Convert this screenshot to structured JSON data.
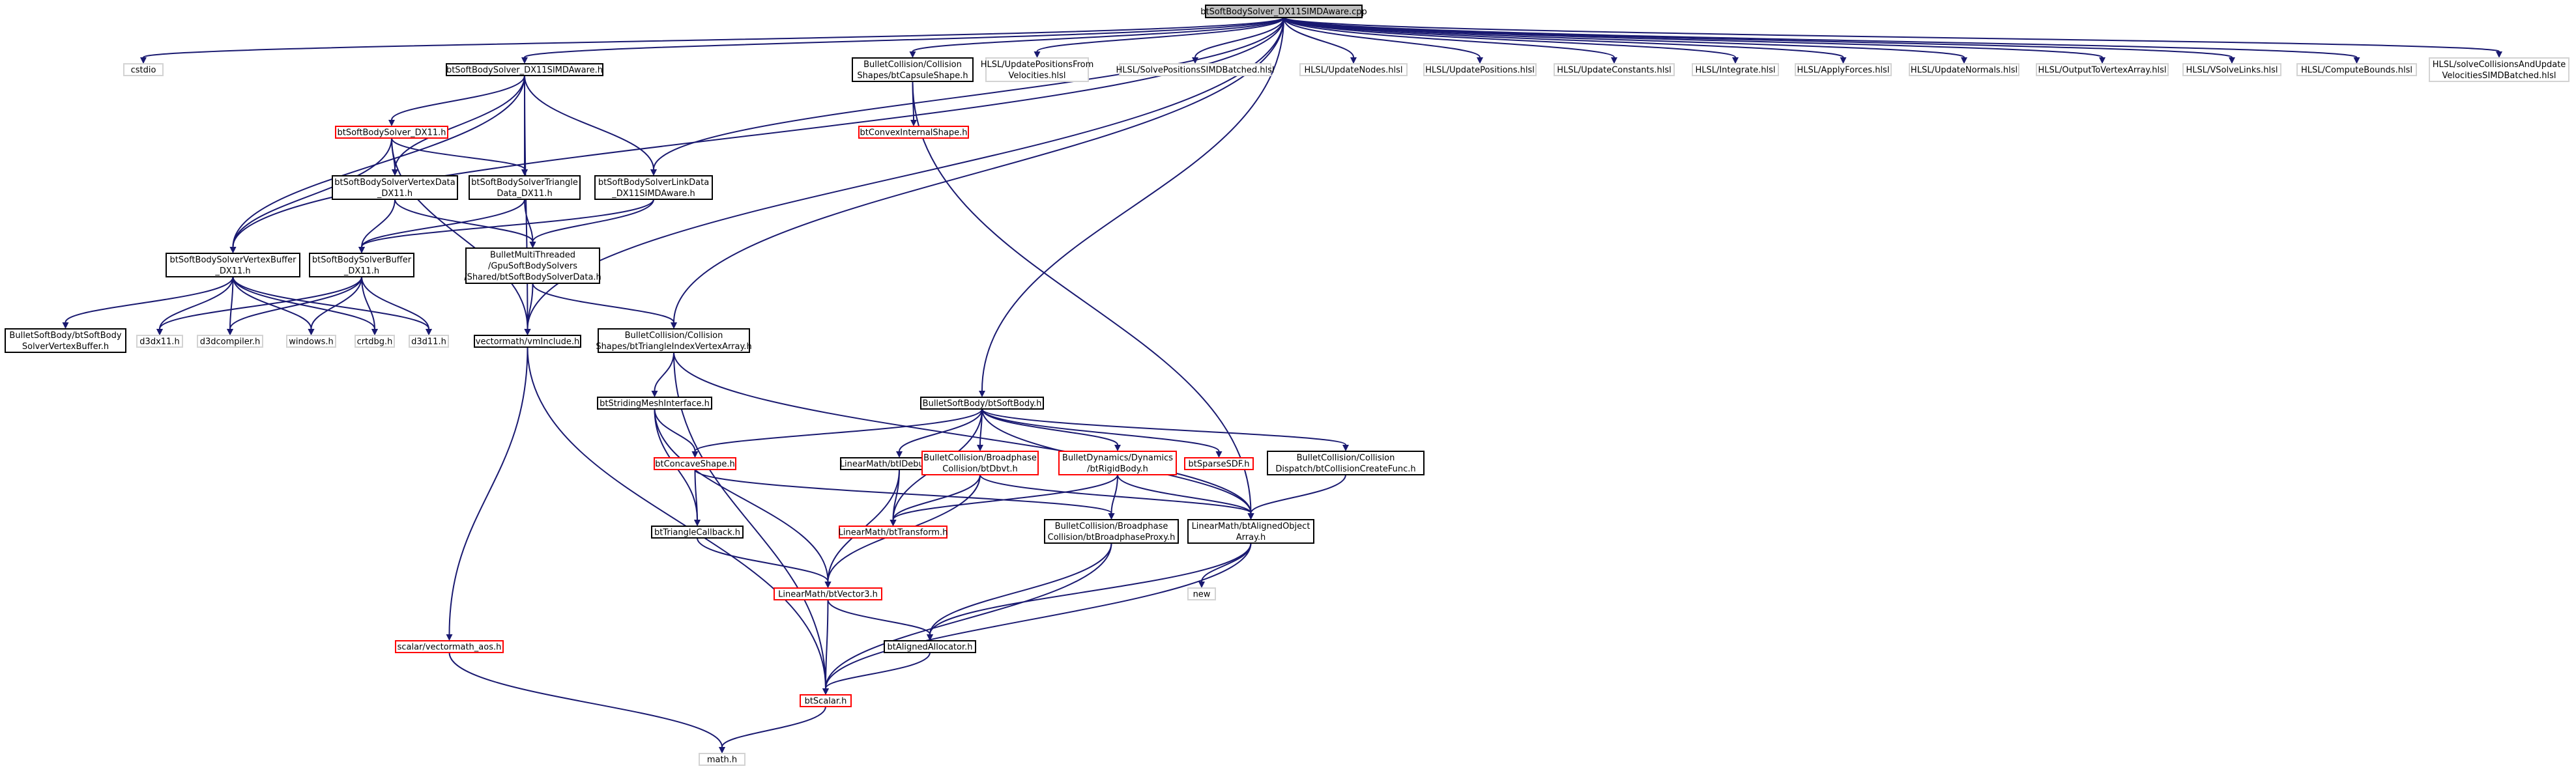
{
  "diagram": {
    "nodes": [
      {
        "id": "root",
        "lines": [
          "btSoftBodySolver_DX11SIMDAware.cpp"
        ],
        "style": "root"
      },
      {
        "id": "cstdio",
        "lines": [
          "cstdio"
        ],
        "style": "plain"
      },
      {
        "id": "aware_h",
        "lines": [
          "btSoftBodySolver_DX11SIMDAware.h"
        ],
        "style": "normal"
      },
      {
        "id": "capsule",
        "lines": [
          "BulletCollision/Collision",
          "Shapes/btCapsuleShape.h"
        ],
        "style": "normal"
      },
      {
        "id": "h_upv",
        "lines": [
          "HLSL/UpdatePositionsFrom",
          "Velocities.hlsl"
        ],
        "style": "plain"
      },
      {
        "id": "h_sps",
        "lines": [
          "HLSL/SolvePositionsSIMDBatched.hlsl"
        ],
        "style": "plain"
      },
      {
        "id": "h_un",
        "lines": [
          "HLSL/UpdateNodes.hlsl"
        ],
        "style": "plain"
      },
      {
        "id": "h_up",
        "lines": [
          "HLSL/UpdatePositions.hlsl"
        ],
        "style": "plain"
      },
      {
        "id": "h_uc",
        "lines": [
          "HLSL/UpdateConstants.hlsl"
        ],
        "style": "plain"
      },
      {
        "id": "h_int",
        "lines": [
          "HLSL/Integrate.hlsl"
        ],
        "style": "plain"
      },
      {
        "id": "h_af",
        "lines": [
          "HLSL/ApplyForces.hlsl"
        ],
        "style": "plain"
      },
      {
        "id": "h_unr",
        "lines": [
          "HLSL/UpdateNormals.hlsl"
        ],
        "style": "plain"
      },
      {
        "id": "h_otv",
        "lines": [
          "HLSL/OutputToVertexArray.hlsl"
        ],
        "style": "plain"
      },
      {
        "id": "h_vsl",
        "lines": [
          "HLSL/VSolveLinks.hlsl"
        ],
        "style": "plain"
      },
      {
        "id": "h_cb",
        "lines": [
          "HLSL/ComputeBounds.hlsl"
        ],
        "style": "plain"
      },
      {
        "id": "h_sc",
        "lines": [
          "HLSL/solveCollisionsAndUpdate",
          "VelocitiesSIMDBatched.hlsl"
        ],
        "style": "plain"
      },
      {
        "id": "convex",
        "lines": [
          "btConvexInternalShape.h"
        ],
        "style": "red"
      },
      {
        "id": "dx11h",
        "lines": [
          "btSoftBodySolver_DX11.h"
        ],
        "style": "red"
      },
      {
        "id": "vdata",
        "lines": [
          "btSoftBodySolverVertexData",
          "_DX11.h"
        ],
        "style": "normal"
      },
      {
        "id": "tdata",
        "lines": [
          "btSoftBodySolverTriangle",
          "Data_DX11.h"
        ],
        "style": "normal"
      },
      {
        "id": "ldata",
        "lines": [
          "btSoftBodySolverLinkData",
          "_DX11SIMDAware.h"
        ],
        "style": "normal"
      },
      {
        "id": "vbuf",
        "lines": [
          "btSoftBodySolverVertexBuffer",
          "_DX11.h"
        ],
        "style": "normal"
      },
      {
        "id": "sbuf",
        "lines": [
          "btSoftBodySolverBuffer",
          "_DX11.h"
        ],
        "style": "normal"
      },
      {
        "id": "gpu",
        "lines": [
          "BulletMultiThreaded",
          "/GpuSoftBodySolvers",
          "/Shared/btSoftBodySolverData.h"
        ],
        "style": "normal"
      },
      {
        "id": "bsvb",
        "lines": [
          "BulletSoftBody/btSoftBody",
          "SolverVertexBuffer.h"
        ],
        "style": "normal"
      },
      {
        "id": "d3dx11",
        "lines": [
          "d3dx11.h"
        ],
        "style": "plain"
      },
      {
        "id": "d3dcomp",
        "lines": [
          "d3dcompiler.h"
        ],
        "style": "plain"
      },
      {
        "id": "windows",
        "lines": [
          "windows.h"
        ],
        "style": "plain"
      },
      {
        "id": "crtdbg",
        "lines": [
          "crtdbg.h"
        ],
        "style": "plain"
      },
      {
        "id": "d3d11",
        "lines": [
          "d3d11.h"
        ],
        "style": "plain"
      },
      {
        "id": "vmath",
        "lines": [
          "vectormath/vmInclude.h"
        ],
        "style": "normal"
      },
      {
        "id": "tiva",
        "lines": [
          "BulletCollision/Collision",
          "Shapes/btTriangleIndexVertexArray.h"
        ],
        "style": "normal"
      },
      {
        "id": "softbody",
        "lines": [
          "BulletSoftBody/btSoftBody.h"
        ],
        "style": "normal"
      },
      {
        "id": "smi",
        "lines": [
          "btStridingMeshInterface.h"
        ],
        "style": "normal"
      },
      {
        "id": "concave",
        "lines": [
          "btConcaveShape.h"
        ],
        "style": "red"
      },
      {
        "id": "debugdraw",
        "lines": [
          "LinearMath/btIDebugDraw.h"
        ],
        "style": "normal"
      },
      {
        "id": "dbvt",
        "lines": [
          "BulletCollision/Broadphase",
          "Collision/btDbvt.h"
        ],
        "style": "red"
      },
      {
        "id": "rigid",
        "lines": [
          "BulletDynamics/Dynamics",
          "/btRigidBody.h"
        ],
        "style": "red"
      },
      {
        "id": "sdf",
        "lines": [
          "btSparseSDF.h"
        ],
        "style": "red"
      },
      {
        "id": "ccf",
        "lines": [
          "BulletCollision/Collision",
          "Dispatch/btCollisionCreateFunc.h"
        ],
        "style": "normal"
      },
      {
        "id": "tricb",
        "lines": [
          "btTriangleCallback.h"
        ],
        "style": "normal"
      },
      {
        "id": "transform",
        "lines": [
          "LinearMath/btTransform.h"
        ],
        "style": "red"
      },
      {
        "id": "bproxy",
        "lines": [
          "BulletCollision/Broadphase",
          "Collision/btBroadphaseProxy.h"
        ],
        "style": "normal"
      },
      {
        "id": "aoa",
        "lines": [
          "LinearMath/btAlignedObject",
          "Array.h"
        ],
        "style": "normal"
      },
      {
        "id": "new",
        "lines": [
          "new"
        ],
        "style": "plain"
      },
      {
        "id": "vector3",
        "lines": [
          "LinearMath/btVector3.h"
        ],
        "style": "red"
      },
      {
        "id": "aalloc",
        "lines": [
          "btAlignedAllocator.h"
        ],
        "style": "normal"
      },
      {
        "id": "vaos",
        "lines": [
          "scalar/vectormath_aos.h"
        ],
        "style": "red"
      },
      {
        "id": "scalar",
        "lines": [
          "btScalar.h"
        ],
        "style": "red"
      },
      {
        "id": "math",
        "lines": [
          "math.h"
        ],
        "style": "plain"
      }
    ],
    "edges": [
      [
        "root",
        "cstdio"
      ],
      [
        "root",
        "aware_h"
      ],
      [
        "root",
        "capsule"
      ],
      [
        "root",
        "h_upv"
      ],
      [
        "root",
        "h_sps"
      ],
      [
        "root",
        "h_un"
      ],
      [
        "root",
        "h_up"
      ],
      [
        "root",
        "h_uc"
      ],
      [
        "root",
        "h_int"
      ],
      [
        "root",
        "h_af"
      ],
      [
        "root",
        "h_unr"
      ],
      [
        "root",
        "h_otv"
      ],
      [
        "root",
        "h_vsl"
      ],
      [
        "root",
        "h_cb"
      ],
      [
        "root",
        "h_sc"
      ],
      [
        "root",
        "vbuf"
      ],
      [
        "root",
        "ldata"
      ],
      [
        "root",
        "vmath"
      ],
      [
        "root",
        "tiva"
      ],
      [
        "root",
        "softbody"
      ],
      [
        "aware_h",
        "dx11h"
      ],
      [
        "aware_h",
        "vbuf"
      ],
      [
        "aware_h",
        "vdata"
      ],
      [
        "aware_h",
        "tdata"
      ],
      [
        "aware_h",
        "ldata"
      ],
      [
        "aware_h",
        "vmath"
      ],
      [
        "capsule",
        "convex"
      ],
      [
        "capsule",
        "aoa"
      ],
      [
        "dx11h",
        "vbuf"
      ],
      [
        "dx11h",
        "vdata"
      ],
      [
        "dx11h",
        "tdata"
      ],
      [
        "dx11h",
        "vmath"
      ],
      [
        "vdata",
        "gpu"
      ],
      [
        "vdata",
        "sbuf"
      ],
      [
        "tdata",
        "gpu"
      ],
      [
        "tdata",
        "sbuf"
      ],
      [
        "ldata",
        "gpu"
      ],
      [
        "ldata",
        "sbuf"
      ],
      [
        "vbuf",
        "bsvb"
      ],
      [
        "vbuf",
        "d3dx11"
      ],
      [
        "vbuf",
        "d3dcomp"
      ],
      [
        "vbuf",
        "windows"
      ],
      [
        "vbuf",
        "crtdbg"
      ],
      [
        "vbuf",
        "d3d11"
      ],
      [
        "sbuf",
        "d3dx11"
      ],
      [
        "sbuf",
        "d3dcomp"
      ],
      [
        "sbuf",
        "windows"
      ],
      [
        "sbuf",
        "crtdbg"
      ],
      [
        "sbuf",
        "d3d11"
      ],
      [
        "gpu",
        "vmath"
      ],
      [
        "gpu",
        "tiva"
      ],
      [
        "vmath",
        "vaos"
      ],
      [
        "vmath",
        "scalar"
      ],
      [
        "tiva",
        "smi"
      ],
      [
        "tiva",
        "aoa"
      ],
      [
        "tiva",
        "scalar"
      ],
      [
        "softbody",
        "concave"
      ],
      [
        "softbody",
        "debugdraw"
      ],
      [
        "softbody",
        "dbvt"
      ],
      [
        "softbody",
        "rigid"
      ],
      [
        "softbody",
        "sdf"
      ],
      [
        "softbody",
        "ccf"
      ],
      [
        "softbody",
        "transform"
      ],
      [
        "softbody",
        "aoa"
      ],
      [
        "smi",
        "concave"
      ],
      [
        "smi",
        "tricb"
      ],
      [
        "smi",
        "vector3"
      ],
      [
        "concave",
        "tricb"
      ],
      [
        "concave",
        "bproxy"
      ],
      [
        "debugdraw",
        "transform"
      ],
      [
        "debugdraw",
        "vector3"
      ],
      [
        "dbvt",
        "transform"
      ],
      [
        "dbvt",
        "vector3"
      ],
      [
        "dbvt",
        "aoa"
      ],
      [
        "rigid",
        "transform"
      ],
      [
        "rigid",
        "bproxy"
      ],
      [
        "rigid",
        "aoa"
      ],
      [
        "ccf",
        "aoa"
      ],
      [
        "tricb",
        "vector3"
      ],
      [
        "bproxy",
        "aalloc"
      ],
      [
        "bproxy",
        "scalar"
      ],
      [
        "aoa",
        "new"
      ],
      [
        "aoa",
        "aalloc"
      ],
      [
        "aoa",
        "scalar"
      ],
      [
        "vector3",
        "scalar"
      ],
      [
        "vector3",
        "aalloc"
      ],
      [
        "aalloc",
        "scalar"
      ],
      [
        "vaos",
        "math"
      ],
      [
        "scalar",
        "math"
      ]
    ]
  }
}
